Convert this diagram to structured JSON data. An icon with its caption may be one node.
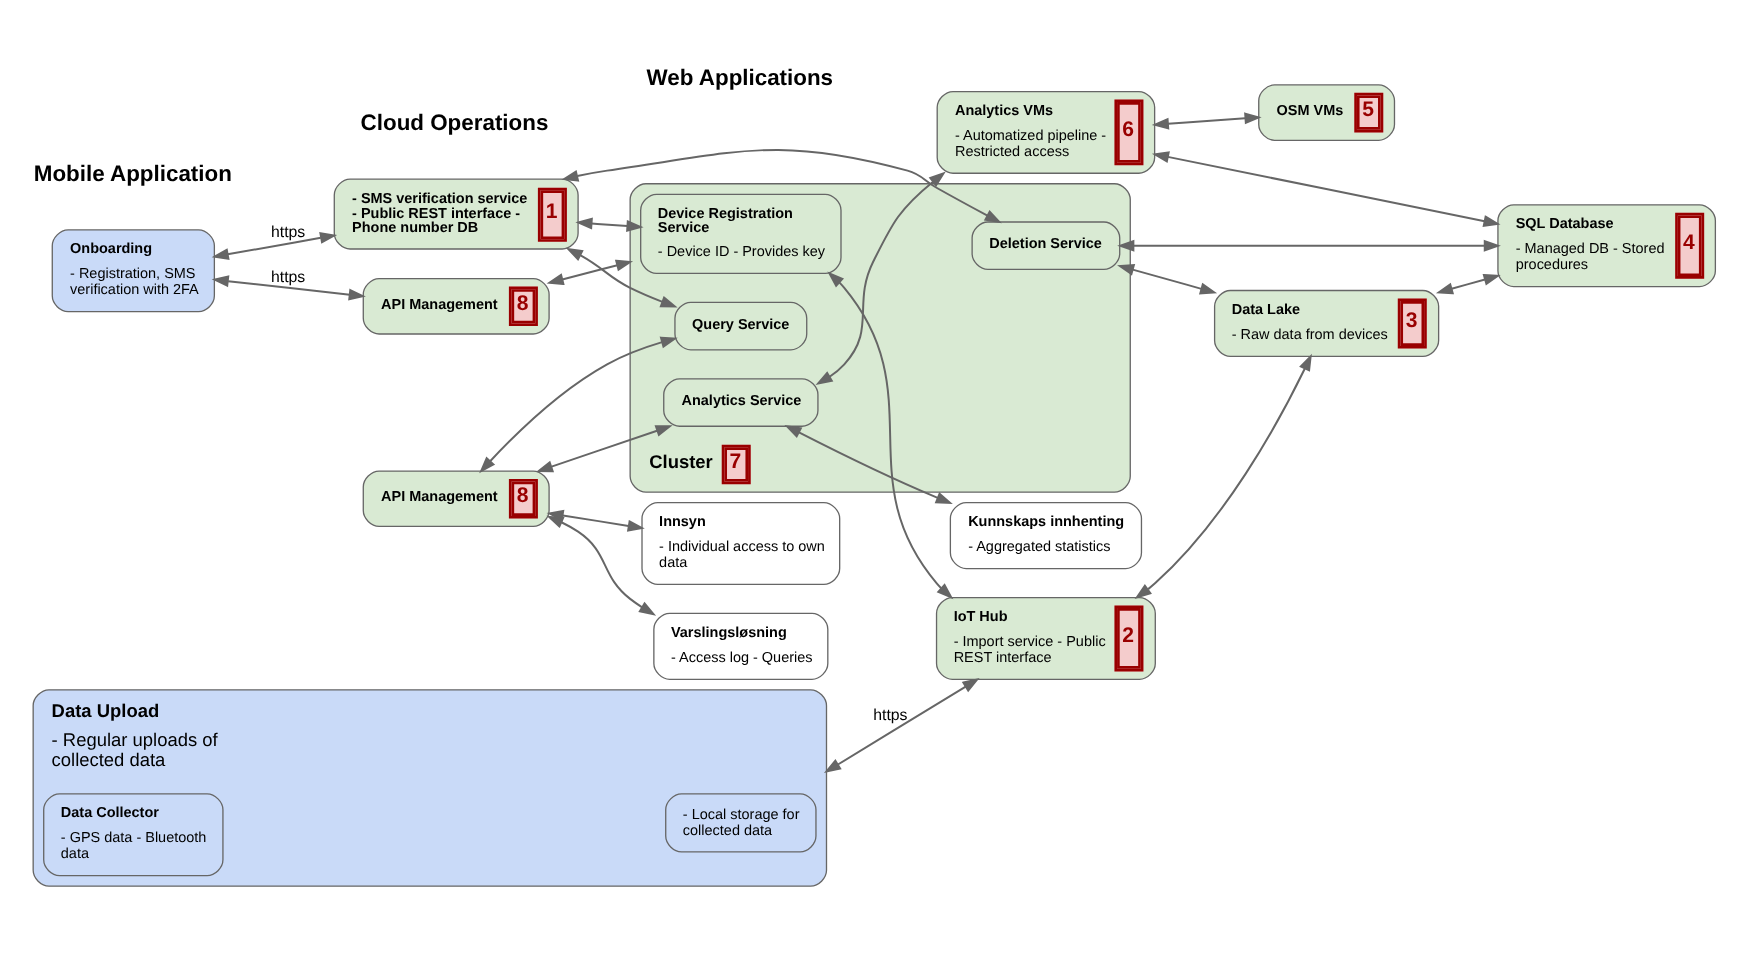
{
  "diagram": {
    "nodes": [
      {
        "text": [
          "Onboarding",
          "- Registration, SMS verification with 2FA"
        ]
      },
      {
        "text": [
          "Data Upload",
          "- Regular uploads of collected data"
        ]
      },
      {
        "text": [
          "- Local storage for collected data"
        ],
        "in": 1
      },
      {
        "text": [
          "Data Collector",
          "- GPS data - Bluetooth data"
        ],
        "in": 1
      },
      {
        "text": [
          "- SMS verification service - Public REST interface - Phone number DB",
          "1"
        ]
      },
      {
        "text": [
          "API Management",
          "8"
        ]
      },
      {
        "text": [
          "Cluster",
          "7"
        ]
      },
      {
        "text": [
          "Device Registration Service",
          "- Device ID - Provides key"
        ],
        "in": 6
      },
      {
        "text": [
          "Deletion Service"
        ],
        "in": 6
      },
      {
        "text": [
          "Query Service"
        ],
        "in": 6
      },
      {
        "text": [
          "Analytics Service"
        ],
        "in": 6
      },
      {
        "text": [
          "API Management",
          "8"
        ]
      },
      {
        "text": [
          "IoT Hub",
          "- Import service - Public REST interface",
          "2"
        ]
      },
      {
        "text": [
          "Data Lake",
          "- Raw data from devices",
          "3"
        ]
      },
      {
        "text": [
          "SQL Database",
          "- Managed DB - Stored procedures",
          "4"
        ]
      },
      {
        "text": [
          "OSM VMs",
          "5"
        ]
      },
      {
        "text": [
          "Analytics VMs",
          "- Automatized pipeline - Restricted access",
          "6"
        ]
      },
      {
        "text": [
          "Varslingsløsning",
          "- Access log - Queries"
        ]
      },
      {
        "text": [
          "Innsyn",
          "- Individual access to own data"
        ]
      },
      {
        "text": [
          "Kunnskaps innhenting",
          "- Aggregated statistics"
        ]
      }
    ],
    "edges": [
      {
        "from": 0,
        "to": 4,
        "arrow": "both",
        "label": "https"
      },
      {
        "from": 0,
        "to": 5,
        "arrow": "both",
        "label": "https"
      },
      {
        "from": 5,
        "to": 6,
        "arrow": "both"
      },
      {
        "from": 4,
        "to": 7,
        "arrow": "both"
      },
      {
        "from": 4,
        "to": 8,
        "arrow": "both"
      },
      {
        "from": 4,
        "to": 9,
        "arrow": "both"
      },
      {
        "from": 11,
        "to": 9,
        "arrow": "both"
      },
      {
        "from": 11,
        "to": 10,
        "arrow": "both"
      },
      {
        "from": 11,
        "to": 17,
        "arrow": "both"
      },
      {
        "from": 11,
        "to": 18,
        "arrow": "both"
      },
      {
        "from": 10,
        "to": 19,
        "arrow": "both"
      },
      {
        "from": 1,
        "to": 12,
        "arrow": "both",
        "label": "https"
      },
      {
        "from": 7,
        "to": 12,
        "arrow": "both"
      },
      {
        "from": 12,
        "to": 13,
        "arrow": "both"
      },
      {
        "from": 13,
        "to": 14,
        "arrow": "both"
      },
      {
        "from": 8,
        "to": 13,
        "arrow": "both"
      },
      {
        "from": 8,
        "to": 14,
        "arrow": "both"
      },
      {
        "from": 10,
        "to": 16,
        "arrow": "both"
      },
      {
        "from": 16,
        "to": 14,
        "arrow": "both"
      },
      {
        "from": 16,
        "to": 15,
        "arrow": "both"
      }
    ],
    "labels": [
      "Mobile Application",
      "Cloud Operations",
      "Web Applications"
    ]
  }
}
